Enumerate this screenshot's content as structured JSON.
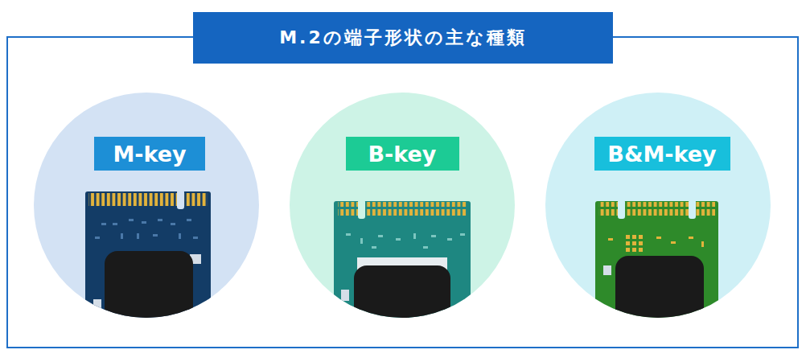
{
  "diagram": {
    "title": "M.2の端子形状の主な種類",
    "nodes": [
      {
        "text": [
          "M-key"
        ]
      },
      {
        "text": [
          "B-key"
        ]
      },
      {
        "text": [
          "B&M-key"
        ]
      }
    ]
  }
}
